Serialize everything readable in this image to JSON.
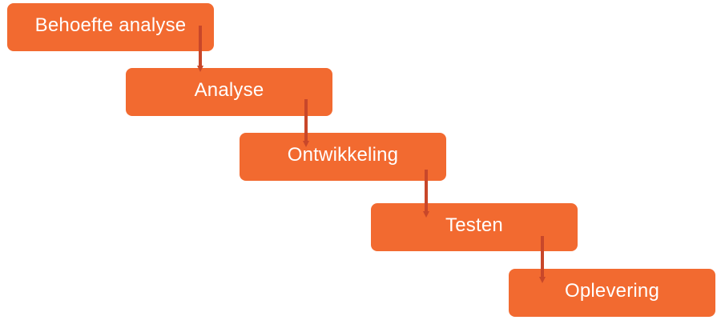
{
  "diagram": {
    "colors": {
      "box_fill": "#f26a30",
      "arrow": "#c8472a"
    },
    "steps": [
      {
        "label": "Behoefte analyse"
      },
      {
        "label": "Analyse"
      },
      {
        "label": "Ontwikkeling"
      },
      {
        "label": "Testen"
      },
      {
        "label": "Oplevering"
      }
    ]
  }
}
